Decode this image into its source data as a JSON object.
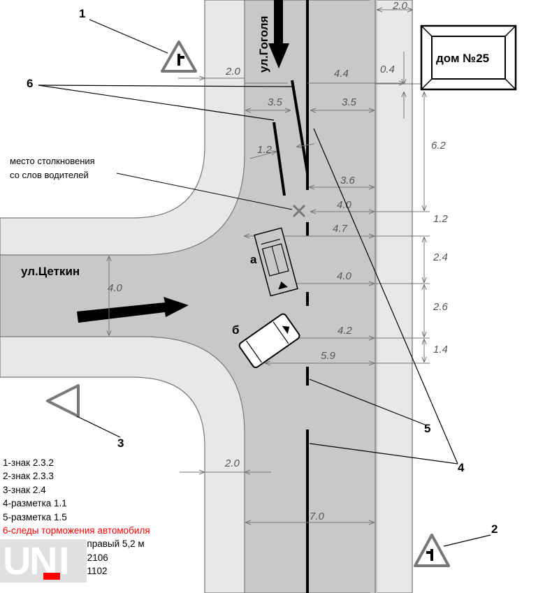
{
  "labels": {
    "street_vertical": "ул.Гоголя",
    "street_horizontal": "ул.Цеткин",
    "house": "дом №25",
    "collision_note_line1": "место столкновения",
    "collision_note_line2": "со слов водителей",
    "car_a": "а",
    "car_b": "б",
    "callout_1": "1",
    "callout_2": "2",
    "callout_3": "3",
    "callout_4": "4",
    "callout_5": "5",
    "callout_6": "6"
  },
  "dimensions": {
    "sidewalk_top_right": "2.0",
    "sidewalk_top_left": "2.0",
    "to_road_edge": "4.4",
    "house_gap": "0.4",
    "left_half_skid": "3.5",
    "right_half_skid": "3.5",
    "skid_gap": "1.2",
    "house_to_collision": "6.2",
    "skid_end_to_edge": "3.6",
    "collision_to_edge": "4.0",
    "collision_offset": "1.2",
    "car_a_front": "4.7",
    "car_a_length": "2.4",
    "car_a_rear": "4.0",
    "car_b_gap": "2.6",
    "car_b_front": "4.2",
    "car_b_span": "1.4",
    "car_b_rear": "5.9",
    "cross_street_width": "4.0",
    "sidewalk_bottom": "2.0",
    "road_width": "7.0"
  },
  "legend": [
    "1-знак 2.3.2",
    "2-знак 2.3.3",
    "3-знак 2.4",
    "4-разметка 1.1",
    "5-разметка 1.5",
    "6-следы торможения автомобиля",
    "ВАЗ - левый 7,8 м; правый 5,2 м",
    "а-автомобиль ВАЗ-2106",
    "б-автомобиль ЗАЗ-1102"
  ],
  "logo_text": [
    "U",
    "N",
    "I"
  ],
  "colors": {
    "sidewalk": "#e8e8e8",
    "road": "#c8c8c8",
    "lines": "#555555",
    "legend_highlight": "#ff0000",
    "logo_bar": "#ff0000"
  }
}
